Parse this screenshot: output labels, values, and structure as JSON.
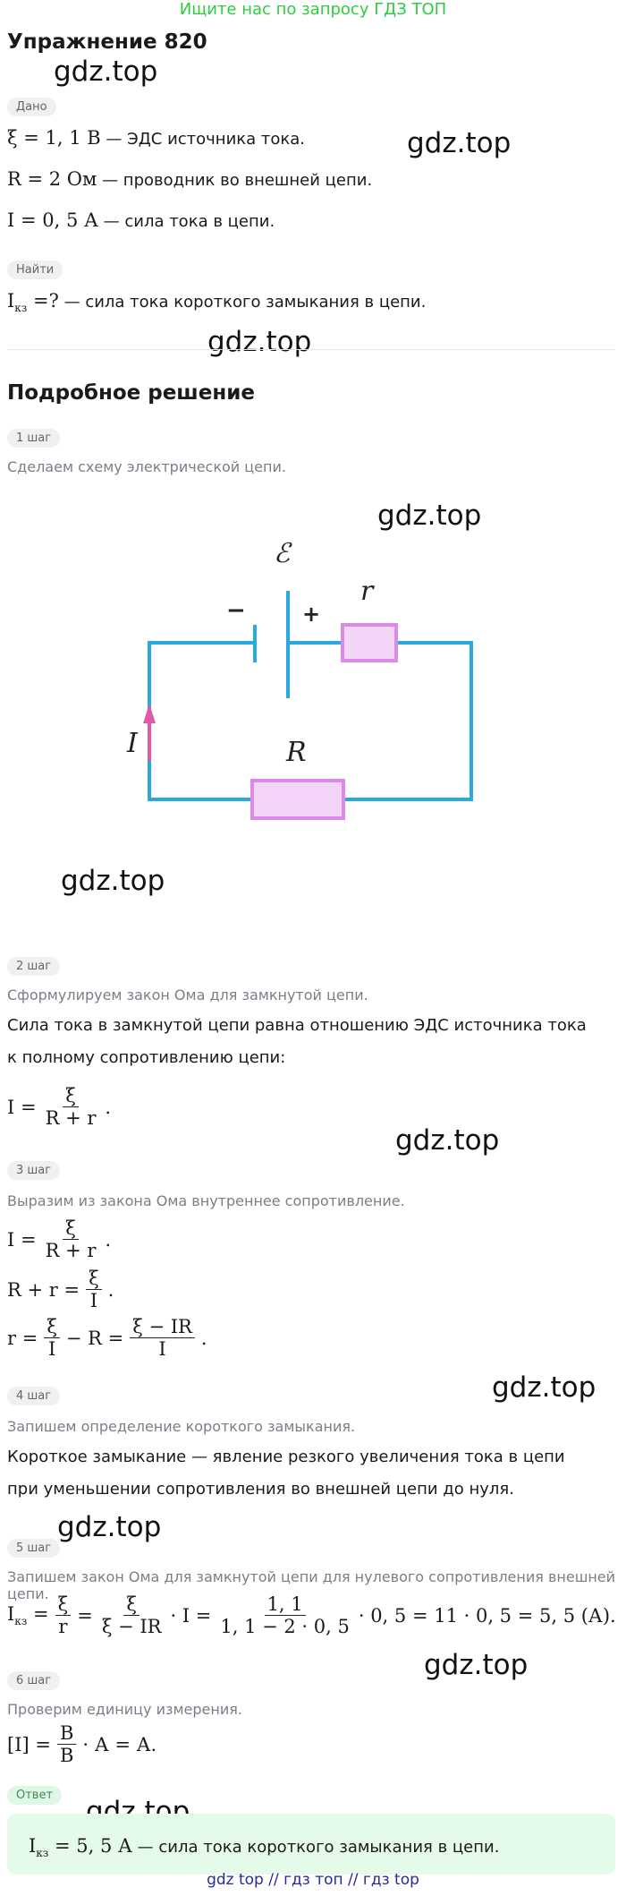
{
  "banner": "Ищите нас по запросу ГДЗ ТОП",
  "title": "Упражнение 820",
  "watermark": "gdz.top",
  "given": {
    "label": "Дано",
    "l1_math": "ξ = 1, 1 В",
    "l1_text": " — ЭДС источника тока.",
    "l2_math": "R = 2 Ом",
    "l2_text": " — проводник во внешней цепи.",
    "l3_math": "I = 0, 5 А",
    "l3_text": " — сила тока в цепи."
  },
  "find": {
    "label": "Найти",
    "math_I": "I",
    "math_sub": "кз",
    "math_rest": " =?",
    "text": " — сила тока короткого замыкания в цепи."
  },
  "solution_title": "Подробное решение",
  "steps": {
    "s1": {
      "label": "1 шаг",
      "desc": "Сделаем схему электрической цепи."
    },
    "s2": {
      "label": "2 шаг",
      "desc": "Сформулируем закон Ома для замкнутой цепи.",
      "text": "Сила тока в замкнутой цепи равна отношению ЭДС источника тока к полному сопротивлению цепи:"
    },
    "s3": {
      "label": "3 шаг",
      "desc": "Выразим из закона Ома внутреннее сопротивление."
    },
    "s4": {
      "label": "4 шаг",
      "desc": "Запишем определение короткого замыкания.",
      "text": "Короткое замыкание — явление резкого увеличения тока в цепи при уменьшении сопротивления во внешней цепи до нуля."
    },
    "s5": {
      "label": "5 шаг",
      "desc": "Запишем закон Ома для замкнутой цепи для нулевого сопротивления внешней цепи."
    },
    "s6": {
      "label": "6 шаг",
      "desc": "Проверим единицу измерения."
    }
  },
  "circuit": {
    "emf": "ℰ",
    "minus": "−",
    "plus": "+",
    "r": "r",
    "R": "R",
    "I": "I",
    "wire_color": "#2aa8e0",
    "resistor_fill": "#f3d6f7",
    "resistor_stroke": "#d98be6",
    "arrow_color": "#e05aa8"
  },
  "answer": {
    "label": "Ответ",
    "math_I": "I",
    "math_sub": "кз",
    "math_rest": " = 5, 5 А",
    "text": " — сила тока короткого замыкания в цепи."
  },
  "footer": "gdz top  //  гдз топ  //  гдз top"
}
